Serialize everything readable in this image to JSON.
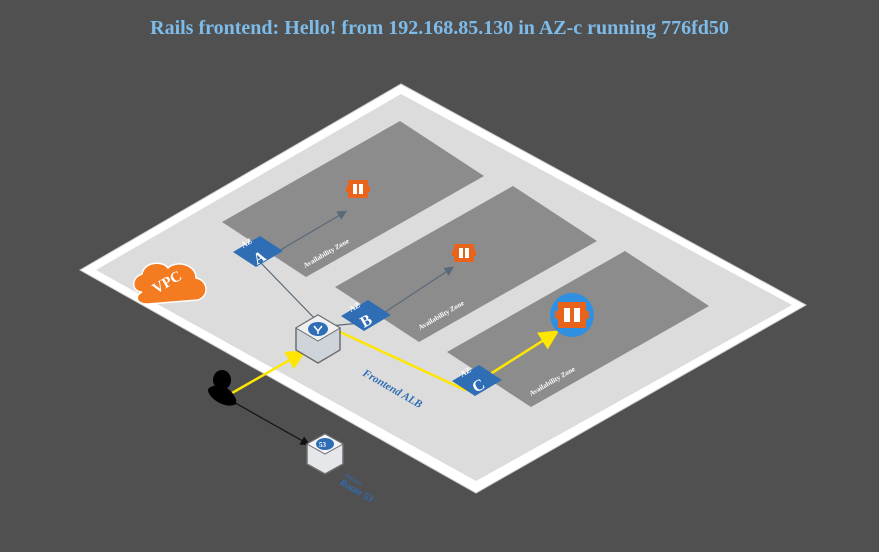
{
  "page": {
    "title": "Rails frontend: Hello! from 192.168.85.130 in AZ-c running 776fd50"
  },
  "vpc": {
    "label": "VPC"
  },
  "availability_zones": [
    {
      "letter": "A",
      "badge_prefix": "AZ",
      "zone_label": "Availability Zone"
    },
    {
      "letter": "B",
      "badge_prefix": "AZ",
      "zone_label": "Availability Zone"
    },
    {
      "letter": "C",
      "badge_prefix": "AZ",
      "zone_label": "Availability Zone"
    }
  ],
  "alb": {
    "label": "Frontend ALB"
  },
  "route53": {
    "label": "Route 53",
    "sublabel": "Amazon",
    "badge": "53"
  },
  "colors": {
    "background": "#505050",
    "vpc_outer": "#ffffff",
    "vpc_inner": "#dcdcdc",
    "zone": "#8c8c8c",
    "az_badge": "#2f6db5",
    "title": "#7dbcea",
    "vpc_cloud": "#f47b20",
    "instance": "#e8631c",
    "active_connection": "#ffe600",
    "inactive_connection": "#5a6a78"
  }
}
